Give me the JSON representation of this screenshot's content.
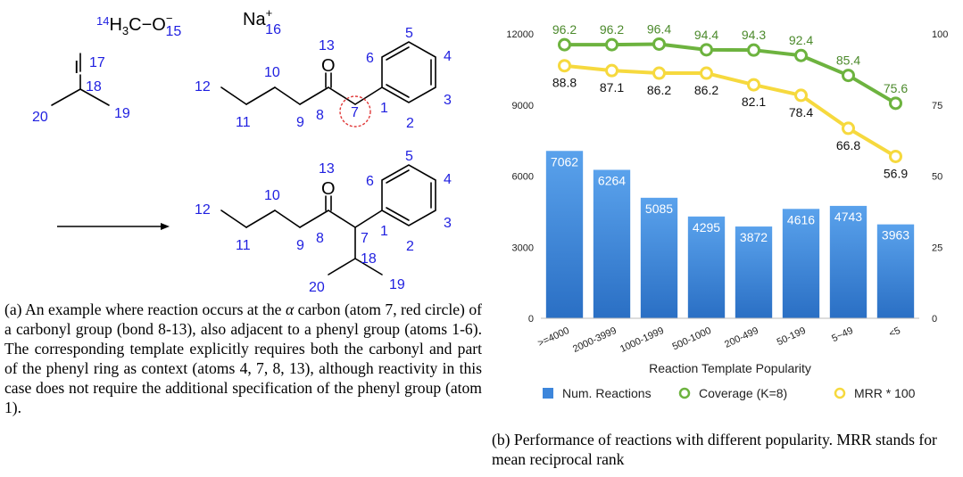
{
  "panel_a": {
    "reagent_methoxide": "¹⁴H₃C−O⁻₁₅",
    "reagent_sodium": "Na⁺₁₆",
    "atom_labels": [
      "1",
      "2",
      "3",
      "4",
      "5",
      "6",
      "7",
      "8",
      "9",
      "10",
      "11",
      "12",
      "13",
      "17",
      "18",
      "19",
      "20"
    ],
    "element_O": "O",
    "element_I": "I",
    "caption": {
      "prefix": "(a) An example where reaction occurs at the ",
      "alpha": "α",
      "suffix": " carbon (atom 7, red circle) of a carbonyl group (bond 8-13), also adjacent to a phenyl group (atoms 1-6). The corresponding template explicitly requires both the carbonyl and part of the phenyl ring as context (atoms 4, 7, 8, 13), although reactivity in this case does not require the additional specification of the phenyl group (atom 1)."
    }
  },
  "panel_b": {
    "caption": "(b) Performance of reactions with different popularity. MRR stands for mean reciprocal rank"
  },
  "chart_data": {
    "type": "bar",
    "categories": [
      ">=4000",
      "2000-3999",
      "1000-1999",
      "500-1000",
      "200-499",
      "50-199",
      "5~49",
      "<5"
    ],
    "series": [
      {
        "name": "Num. Reactions",
        "type": "bar",
        "axis": "left",
        "values": [
          7062,
          6264,
          5085,
          4295,
          3872,
          4616,
          4743,
          3963
        ],
        "color": "#3d86db"
      },
      {
        "name": "Coverage (K=8)",
        "type": "line",
        "axis": "right",
        "values": [
          96.2,
          96.2,
          96.4,
          94.4,
          94.3,
          92.4,
          85.4,
          75.6
        ],
        "color": "#6db33f"
      },
      {
        "name": "MRR * 100",
        "type": "line",
        "axis": "right",
        "values": [
          88.8,
          87.1,
          86.2,
          86.2,
          82.1,
          78.4,
          66.8,
          56.9
        ],
        "color": "#f6d93e"
      }
    ],
    "xlabel": "Reaction Template Popularity",
    "ylim_left": [
      0,
      12000
    ],
    "yticks_left": [
      "0",
      "3000",
      "6000",
      "9000",
      "12000"
    ],
    "ylim_right": [
      0,
      100
    ],
    "yticks_right": [
      "0",
      "25",
      "50",
      "75",
      "100"
    ],
    "legend_position": "bottom",
    "grid": false
  }
}
